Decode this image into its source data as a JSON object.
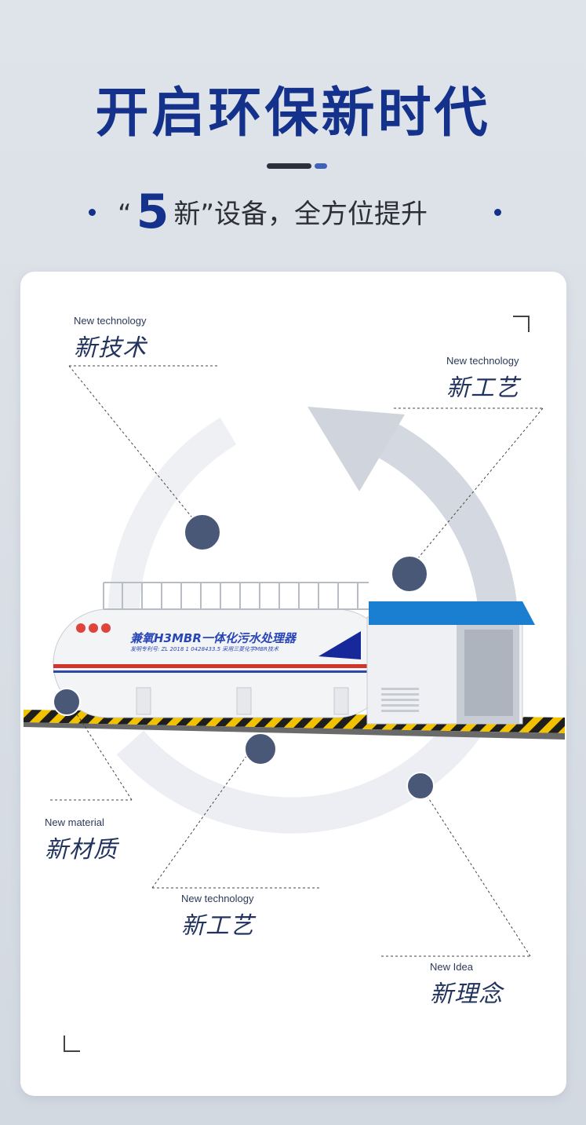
{
  "header": {
    "title": "开启环保新时代",
    "subtitle_open_quote": "“",
    "subtitle_number": "5",
    "subtitle_rest": "新”设备，全方位提升"
  },
  "equipment": {
    "tank_title": "兼氧H3MBR一体化污水处理器",
    "tank_patent": "发明专利号: ZL 2018 1 0428433.5   采用三菱化学MBR技术"
  },
  "features": [
    {
      "en": "New technology",
      "zh": "新技术"
    },
    {
      "en": "New technology",
      "zh": "新工艺"
    },
    {
      "en": "New material",
      "zh": "新材质"
    },
    {
      "en": "New technology",
      "zh": "新工艺"
    },
    {
      "en": "New Idea",
      "zh": "新理念"
    }
  ],
  "colors": {
    "brand_blue": "#14318b",
    "node_dot": "#4a5878",
    "arc_gray": "#d8dce4",
    "roof_blue": "#1a7fd0",
    "hazard_yellow": "#f2c200"
  }
}
